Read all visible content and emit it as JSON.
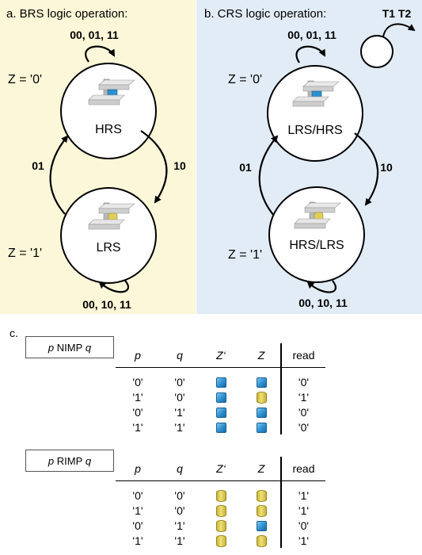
{
  "diagram": {
    "panel_a": {
      "title": "a. BRS logic operation:",
      "top_loop": "00, 01, 11",
      "z_top": "Z = '0'",
      "top_state": "HRS",
      "right_arrow": "10",
      "left_arrow": "01",
      "z_bottom": "Z = '1'",
      "bottom_state": "LRS",
      "bottom_loop": "00, 10, 11"
    },
    "panel_b": {
      "title": "b. CRS logic operation:",
      "top_loop": "00, 01, 11",
      "legend": "T1 T2",
      "z_top": "Z = '0'",
      "top_state": "LRS/HRS",
      "right_arrow": "10",
      "left_arrow": "01",
      "z_bottom": "Z = '1'",
      "bottom_state": "HRS/LRS",
      "bottom_loop": "00, 10, 11"
    },
    "colors": {
      "panel_a_bg": "#fbf7d8",
      "panel_b_bg": "#e2ecf6",
      "cube": "#2c8fd0",
      "cylinder": "#e0cf5a"
    }
  },
  "section_c": {
    "label": "c.",
    "tables": [
      {
        "op_p": "p",
        "op_name": "NIMP",
        "op_q": "q",
        "headers": {
          "p": "p",
          "q": "q",
          "zprime": "Z‘",
          "z": "Z",
          "read": "read"
        },
        "rows": [
          {
            "p": "'0'",
            "q": "'0'",
            "zprime": "cube-icon",
            "z": "cube-icon",
            "read": "'0'"
          },
          {
            "p": "'1'",
            "q": "'0'",
            "zprime": "cube-icon",
            "z": "cylinder-icon",
            "read": "'1'"
          },
          {
            "p": "'0'",
            "q": "'1'",
            "zprime": "cube-icon",
            "z": "cube-icon",
            "read": "'0'"
          },
          {
            "p": "'1'",
            "q": "'1'",
            "zprime": "cube-icon",
            "z": "cube-icon",
            "read": "'0'"
          }
        ]
      },
      {
        "op_p": "p",
        "op_name": "RIMP",
        "op_q": "q",
        "headers": {
          "p": "p",
          "q": "q",
          "zprime": "Z‘",
          "z": "Z",
          "read": "read"
        },
        "rows": [
          {
            "p": "'0'",
            "q": "'0'",
            "zprime": "cylinder-icon",
            "z": "cylinder-icon",
            "read": "'1'"
          },
          {
            "p": "'1'",
            "q": "'0'",
            "zprime": "cylinder-icon",
            "z": "cylinder-icon",
            "read": "'1'"
          },
          {
            "p": "'0'",
            "q": "'1'",
            "zprime": "cylinder-icon",
            "z": "cube-icon",
            "read": "'0'"
          },
          {
            "p": "'1'",
            "q": "'1'",
            "zprime": "cylinder-icon",
            "z": "cylinder-icon",
            "read": "'1'"
          }
        ]
      }
    ]
  }
}
